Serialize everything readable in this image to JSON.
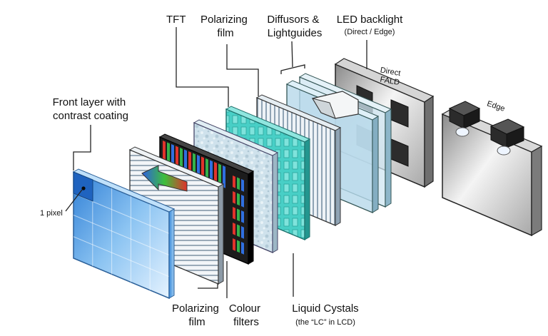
{
  "labels": {
    "tft": "TFT",
    "polarizing_film_top": [
      "Polarizing",
      "film"
    ],
    "diffusors": [
      "Diffusors &",
      "Lightguides"
    ],
    "led_backlight": "LED backlight",
    "led_backlight_sub": "(Direct / Edge)",
    "direct_fald": [
      "Direct",
      "FALD"
    ],
    "edge": "Edge",
    "front_layer": [
      "Front layer with",
      "contrast coating"
    ],
    "one_pixel": "1 pixel",
    "polarizing_film_bottom": [
      "Polarizing",
      "film"
    ],
    "colour_filters": [
      "Colour",
      "filters"
    ],
    "liquid_crystals": "Liquid Cystals",
    "liquid_crystals_sub": "(the “LC” in LCD)"
  },
  "colors": {
    "front_layer": "#5aa6e8",
    "color_filter_dark": "#1e1e1e",
    "tft_teal": "#3cc9c0",
    "liquid_crystal": "#c9dde7",
    "diffusor": "#b9d9ea",
    "backlight_gray": "#bdbdbd",
    "led_dark": "#333333"
  },
  "icons": [
    "light-direction-arrow-icon",
    "led-icon"
  ]
}
